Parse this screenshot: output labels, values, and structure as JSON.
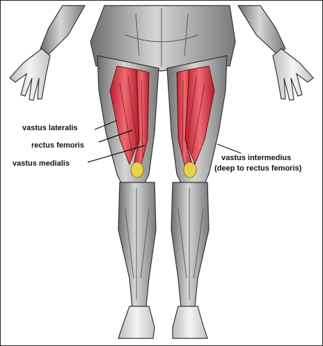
{
  "labels": {
    "vastus_lateralis": "vastus lateralis",
    "rectus_femoris": "rectus femoris",
    "vastus_medialis": "vastus medialis",
    "vastus_intermedius": "vastus intermedius",
    "vastus_intermedius_note": "(deep to rectus femoris)"
  },
  "colors": {
    "quadriceps": "#d4303c",
    "muscle": "#9a9a9a",
    "kneecap": "#e8d24a",
    "outline": "#333333"
  }
}
